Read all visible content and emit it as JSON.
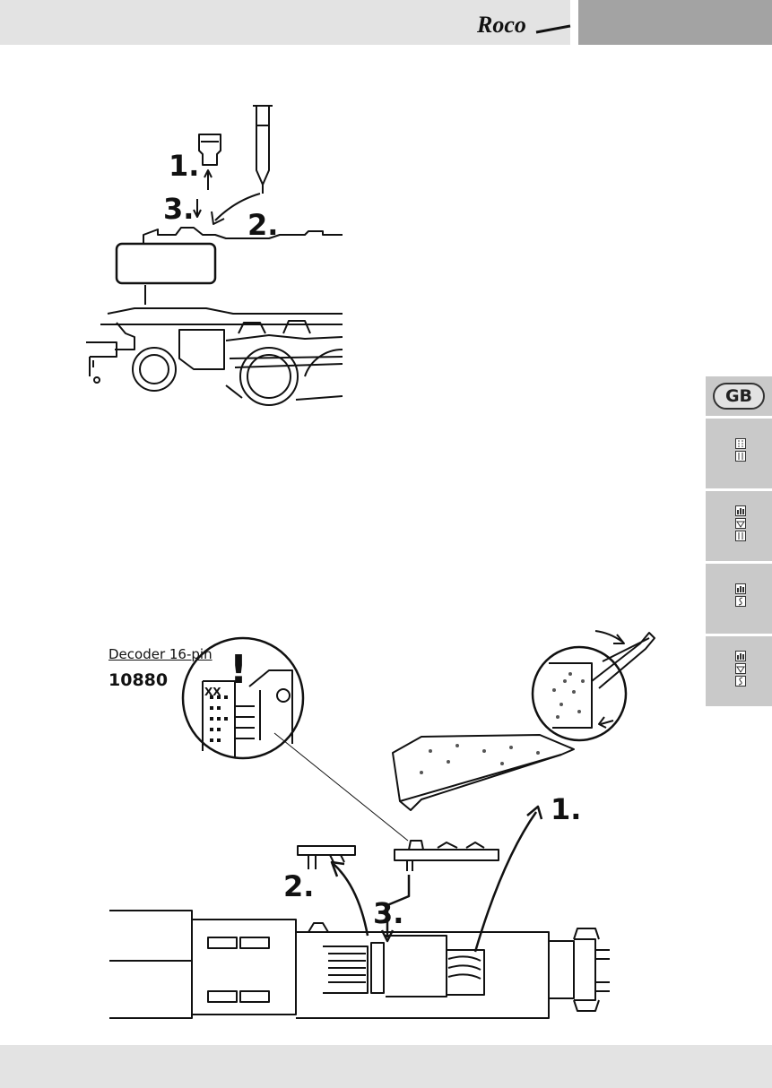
{
  "header": {
    "brand": "Roco"
  },
  "side_tabs": {
    "language": "GB",
    "tab_icons": [
      [
        "digital-symbol-icon",
        "dc-symbol-icon"
      ],
      [
        "sound-icon",
        "decoder-icon",
        "dc-symbol-icon"
      ],
      [
        "sound-icon",
        "ac-symbol-icon"
      ],
      [
        "sound-icon",
        "decoder-icon",
        "ac-symbol-icon"
      ]
    ]
  },
  "figure_top": {
    "step1": "1.",
    "step2": "2.",
    "step3": "3."
  },
  "figure_bottom": {
    "decoder_label": "Decoder 16-pin",
    "decoder_number": "10880",
    "step1": "1.",
    "step2": "2.",
    "step3": "3.",
    "warning": "!",
    "pin_mark": "XX"
  },
  "colors": {
    "header_light": "#e3e3e3",
    "header_dark": "#a3a3a3",
    "tab_gray": "#c9c9c9",
    "line": "#111111"
  }
}
